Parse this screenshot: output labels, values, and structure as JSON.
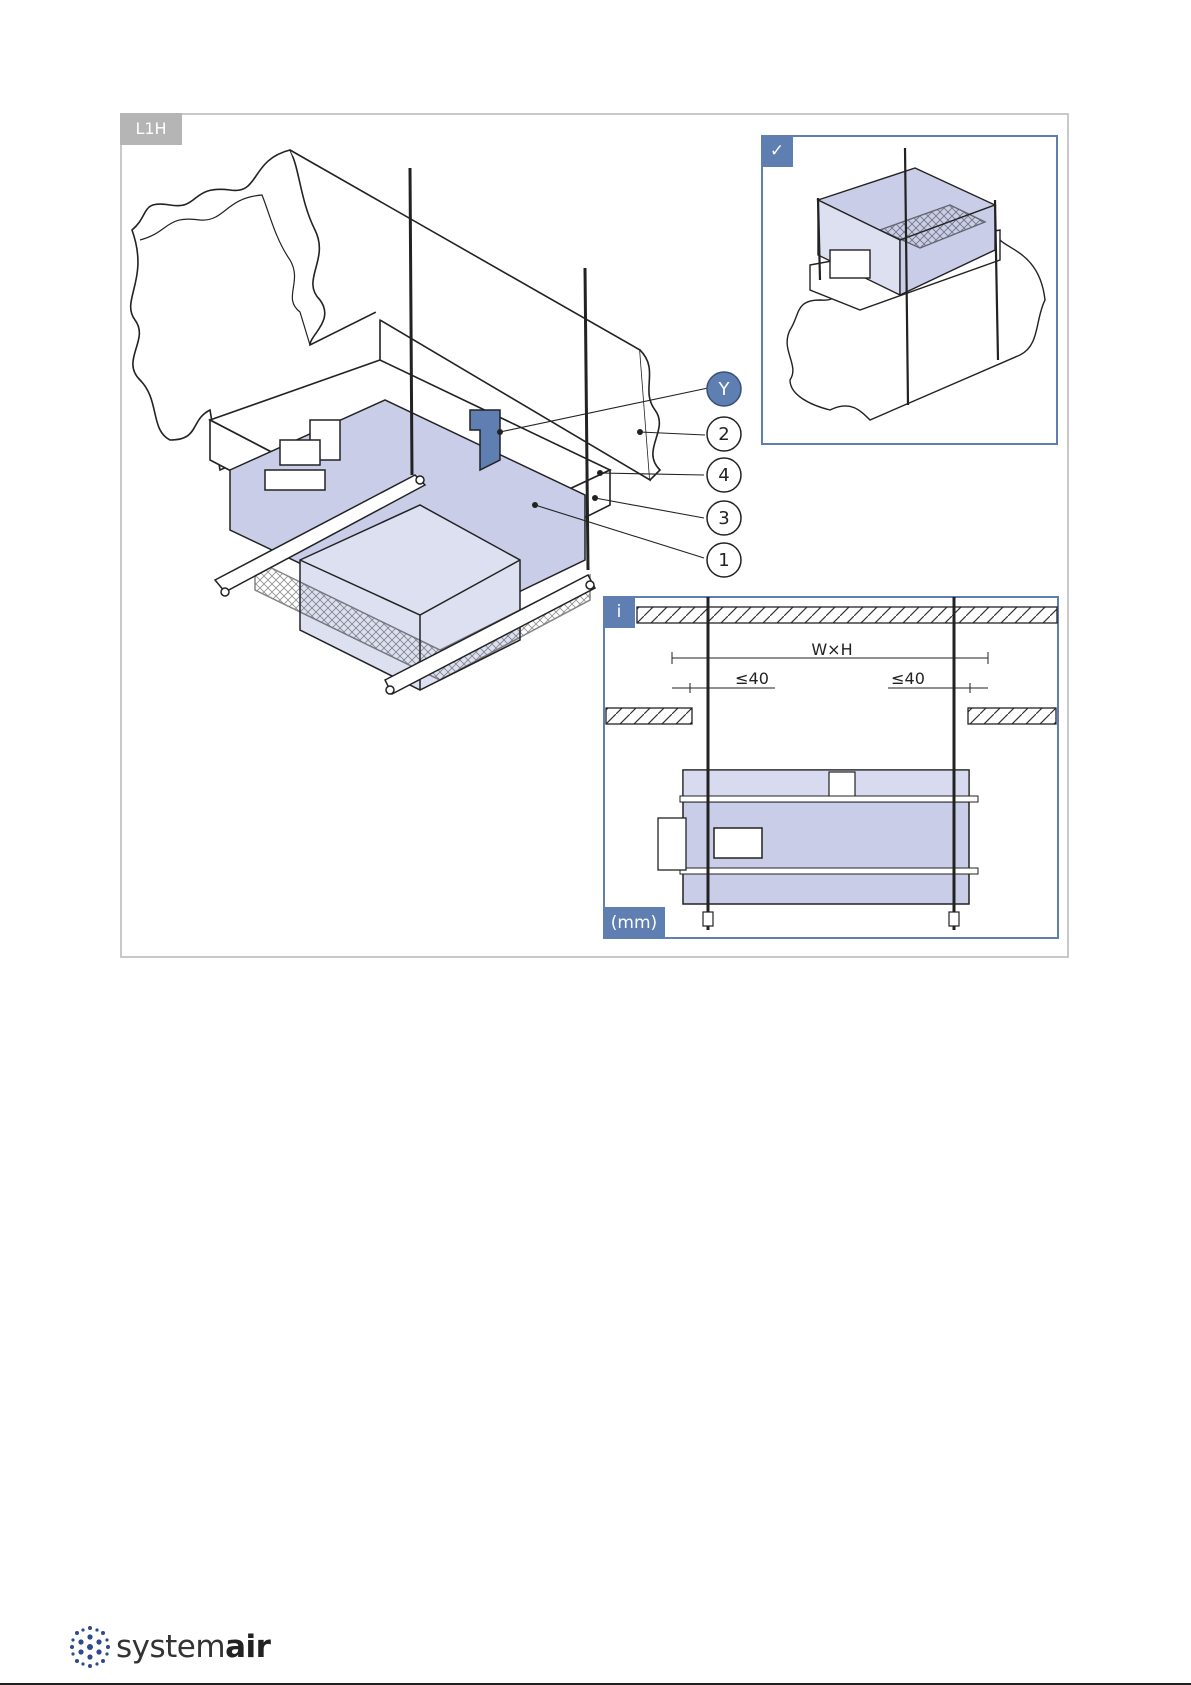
{
  "figure": {
    "label": "L1H",
    "callouts": [
      "Y",
      "2",
      "4",
      "3",
      "1"
    ]
  },
  "inset_ok": {
    "label": "✓"
  },
  "inset_info": {
    "label": "i",
    "unit_label": "(mm)",
    "dimension_main": "W×H",
    "dimension_left": "≤40",
    "dimension_right": "≤40"
  },
  "brand": {
    "name_light": "system",
    "name_bold": "air"
  },
  "colors": {
    "accent": "#5f7fb2",
    "fill": "#c9cde8",
    "tag_grey": "#b5b5b5",
    "frame": "#c9c9c9"
  }
}
